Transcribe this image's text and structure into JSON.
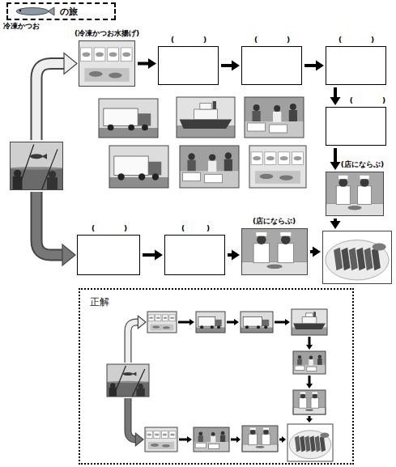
{
  "diagram": {
    "title": "の旅",
    "nodes": [
      {
        "text": []
      },
      {
        "text": [
          "(冷凍かつお水揚げ)"
        ]
      },
      {
        "text": [
          "(　　　　)"
        ]
      },
      {
        "text": [
          "(　　　　)"
        ]
      },
      {
        "text": [
          "(　　　　)"
        ]
      },
      {
        "text": [
          "(　　　　)"
        ]
      },
      {
        "text": [
          "(店にならぶ)"
        ]
      },
      {
        "text": []
      },
      {
        "text": [
          "(　　　　)"
        ]
      },
      {
        "text": [
          "(　　　)"
        ]
      },
      {
        "text": [
          "(店にならぶ)"
        ]
      },
      {
        "text": [
          "正解"
        ]
      }
    ],
    "edges": [
      {
        "from": 0,
        "to": 1,
        "arrow": "to"
      },
      {
        "from": 1,
        "to": 2,
        "arrow": "to"
      },
      {
        "from": 2,
        "to": 3,
        "arrow": "to"
      },
      {
        "from": 3,
        "to": 4,
        "arrow": "to"
      },
      {
        "from": 4,
        "to": 5,
        "arrow": "to"
      },
      {
        "from": 5,
        "to": 6,
        "arrow": "to"
      },
      {
        "from": 6,
        "to": 7,
        "arrow": "to"
      },
      {
        "from": 0,
        "to": 8,
        "arrow": "to"
      },
      {
        "from": 8,
        "to": 9,
        "arrow": "to"
      },
      {
        "from": 9,
        "to": 10,
        "arrow": "to"
      },
      {
        "from": 10,
        "to": 7,
        "arrow": "to"
      }
    ],
    "labels": [
      "冷凍かつお"
    ]
  }
}
